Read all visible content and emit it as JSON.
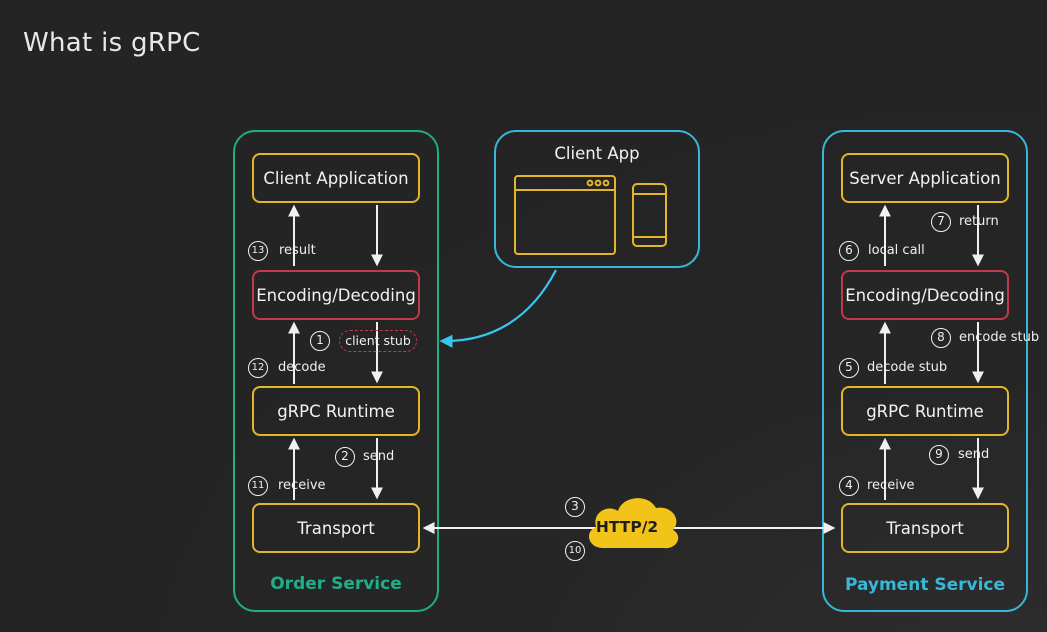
{
  "slide": {
    "title": "What is gRPC"
  },
  "order_service": {
    "label": "Order Service",
    "boxes": {
      "client_application": "Client Application",
      "encoding_decoding": "Encoding/Decoding",
      "grpc_runtime": "gRPC Runtime",
      "transport": "Transport"
    }
  },
  "payment_service": {
    "label": "Payment Service",
    "boxes": {
      "server_application": "Server Application",
      "encoding_decoding": "Encoding/Decoding",
      "grpc_runtime": "gRPC Runtime",
      "transport": "Transport"
    }
  },
  "client_app": {
    "label": "Client App"
  },
  "network": {
    "protocol": "HTTP/2"
  },
  "steps": {
    "s1": {
      "num": "1",
      "label": "client stub"
    },
    "s2": {
      "num": "2",
      "label": "send"
    },
    "s3": {
      "num": "3"
    },
    "s4": {
      "num": "4",
      "label": "receive"
    },
    "s5": {
      "num": "5",
      "label": "decode stub"
    },
    "s6": {
      "num": "6",
      "label": "local call"
    },
    "s7": {
      "num": "7",
      "label": "return"
    },
    "s8": {
      "num": "8",
      "label": "encode stub"
    },
    "s9": {
      "num": "9",
      "label": "send"
    },
    "s10": {
      "num": "10"
    },
    "s11": {
      "num": "11",
      "label": "receive"
    },
    "s12": {
      "num": "12",
      "label": "decode"
    },
    "s13": {
      "num": "13",
      "label": "result"
    }
  },
  "colors": {
    "order_border": "#1fae8a",
    "payment_border": "#38b8d8",
    "box_border": "#e3b52a",
    "codec_border": "#c23a48",
    "cloud_fill": "#f2c318"
  }
}
